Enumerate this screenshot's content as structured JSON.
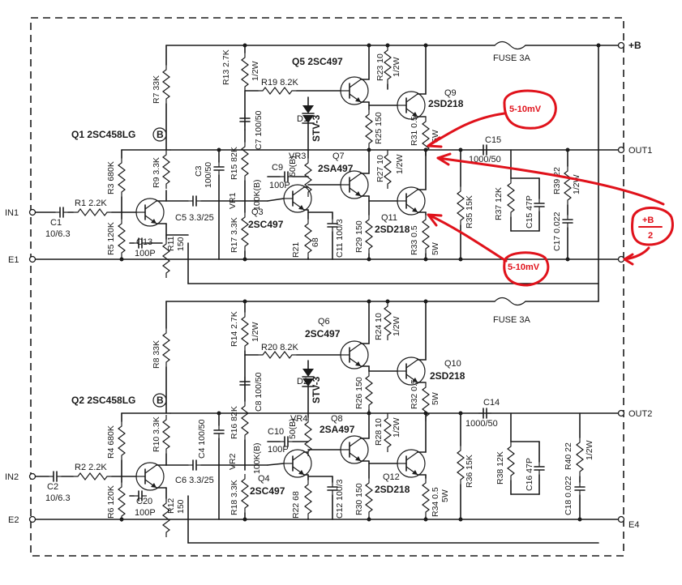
{
  "colors": {
    "ink": "#1a1a1a",
    "annotation": "#e0121b"
  },
  "terminals": {
    "plus_b": "+B",
    "out1": "OUT1",
    "out2": "OUT2",
    "in1": "IN1",
    "in2": "IN2",
    "e1": "E1",
    "e2": "E2",
    "e4": "E4"
  },
  "fuses": {
    "f1": "FUSE 3A",
    "f2": "FUSE 3A"
  },
  "transistors": {
    "q1": "Q1 2SC458LG",
    "q2": "Q2 2SC458LG",
    "grade": "B",
    "q3": "Q3",
    "q3_part": "2SC497",
    "q4": "Q4",
    "q4_part": "2SC497",
    "q5": "Q5 2SC497",
    "q6": "Q6",
    "q6_part": "2SC497",
    "q7": "Q7",
    "q7_part": "2SA497",
    "q8": "Q8",
    "q8_part": "2SA497",
    "q9": "Q9",
    "q9_part": "2SD218",
    "q10": "Q10",
    "q10_part": "2SD218",
    "q11": "Q11",
    "q11_part": "2SD218",
    "q12": "Q12",
    "q12_part": "2SD218"
  },
  "diodes": {
    "d1": "D1",
    "d1_part": "STV-3",
    "d2": "D2",
    "d2_part": "STV-3"
  },
  "components_top": {
    "r1": "R1 2.2K",
    "c1": "C1",
    "c1_v": "10/6.3",
    "r3": "R3 680K",
    "r5": "R5 120K",
    "c13": "C13",
    "c13_v": "100P",
    "r7": "R7 33K",
    "r9": "R9 3.3K",
    "r11": "R11",
    "r11_v": "150",
    "c5": "C5 3.3/25",
    "c3": "C3",
    "c3_v": "100/50",
    "r13": "R13 2.7K",
    "r13_w": "1/2W",
    "r15": "R15 82K",
    "vr1": "VR1",
    "vr1_v": "100K(B)",
    "r17": "R17 3.3K",
    "r19": "R19 8.2K",
    "c7": "C7 100/50",
    "c9": "C9",
    "c9_v": "100P",
    "vr3": "VR3",
    "vr3_v": "50(B)",
    "r21": "R21",
    "r21_v": "68",
    "c11": "C11 100/3",
    "r23": "R23 10",
    "r23_w": "1/2W",
    "r25": "R25 150",
    "r27": "R27 10",
    "r27_w": "1/2W",
    "r29": "R29 150",
    "r31": "R31 0.5",
    "r31_w": "5W",
    "r33": "R33 0.5",
    "r33_w": "5W",
    "c15a": "C15",
    "c15a_v": "1000/50",
    "r35": "R35 15K",
    "r37": "R37 12K",
    "c15": "C15 47P",
    "r39": "R39 22",
    "r39_w": "1/2W",
    "c17": "C17 0.022"
  },
  "components_bottom": {
    "r2": "R2 2.2K",
    "c2": "C2",
    "c2_v": "10/6.3",
    "r4": "R4 680K",
    "r6": "R6 120K",
    "c20": "C20",
    "c20_v": "100P",
    "r8": "R8 33K",
    "r10": "R10 3.3K",
    "r12": "R12",
    "r12_v": "150",
    "c6": "C6 3.3/25",
    "c4": "C4 100/50",
    "r14": "R14 2.7K",
    "r14_w": "1/2W",
    "r16": "R16 82K",
    "vr2": "VR2",
    "vr2_v": "100K(B)",
    "r18": "R18 3.3K",
    "r20": "R20 8.2K",
    "c8": "C8 100/50",
    "c10": "C10",
    "c10_v": "100P",
    "vr4": "VR4",
    "vr4_v": "50(B)",
    "r22": "R22 68",
    "c12": "C12 100/3",
    "r24": "R24 10",
    "r24_w": "1/2W",
    "r26": "R26 150",
    "r28": "R28 10",
    "r28_w": "1/2W",
    "r30": "R30 150",
    "r32": "R32 0.5",
    "r32_w": "5W",
    "r34": "R34 0.5",
    "r34_w": "5W",
    "c14": "C14",
    "c14_v": "1000/50",
    "r36": "R36 15K",
    "r38": "R38 12K",
    "c16": "C16 47P",
    "r40": "R40 22",
    "r40_w": "1/2W",
    "c18": "C18 0.022"
  },
  "annotations": {
    "top": "5-10mV",
    "bottom": "5-10mV",
    "b_half_num": "+B",
    "b_half_den": "2"
  }
}
